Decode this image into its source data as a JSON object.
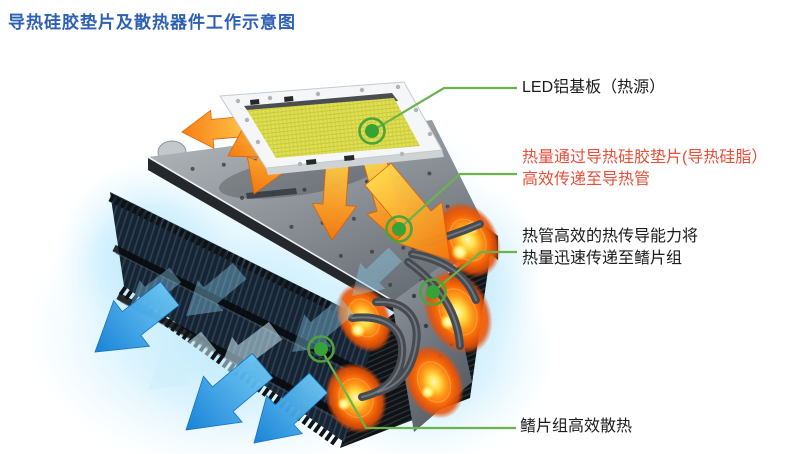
{
  "title": {
    "text": "导热硅胶垫片及散热器件工作示意图"
  },
  "labels": {
    "led": {
      "lines": [
        "LED铝基板（热源）"
      ]
    },
    "pad": {
      "lines": [
        "热量通过导热硅胶垫片(导热硅脂）",
        "高效传递至导热管"
      ]
    },
    "pipes": {
      "lines": [
        "热管高效的热传导能力将",
        "热量迅速传递至鳍片组"
      ]
    },
    "fins": {
      "lines": [
        "鳍片组高效散热"
      ]
    }
  },
  "colors": {
    "title_blue": "#2d5fb3",
    "label_text": "#1a1a1a",
    "highlight_red": "#e4503a",
    "connector_green": "#6cb24e",
    "marker_green": "#35a335",
    "heat_orange": "#f9780a",
    "heat_yellow": "#ffd84d",
    "airflow_blue": "#1e8fe0",
    "cool_glow_blue": "#bfeafc"
  }
}
